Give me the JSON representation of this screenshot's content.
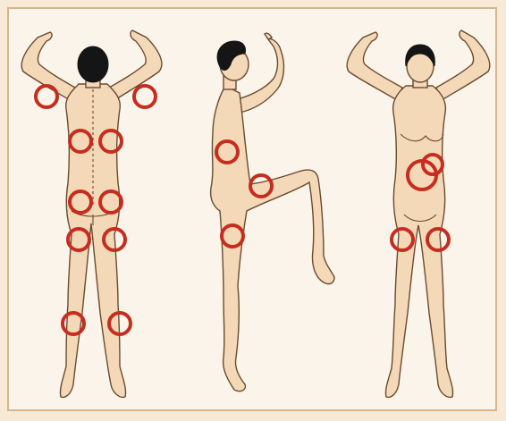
{
  "colors": {
    "marker": "#c62d1f",
    "skin": "#f3d9b7",
    "outline": "#6b4a2f",
    "frame": "#d9b48c",
    "background": "#fbf4ea"
  },
  "figures": [
    {
      "view": "back",
      "marker_count": 10
    },
    {
      "view": "side",
      "marker_count": 3
    },
    {
      "view": "front",
      "marker_count": 4
    }
  ]
}
